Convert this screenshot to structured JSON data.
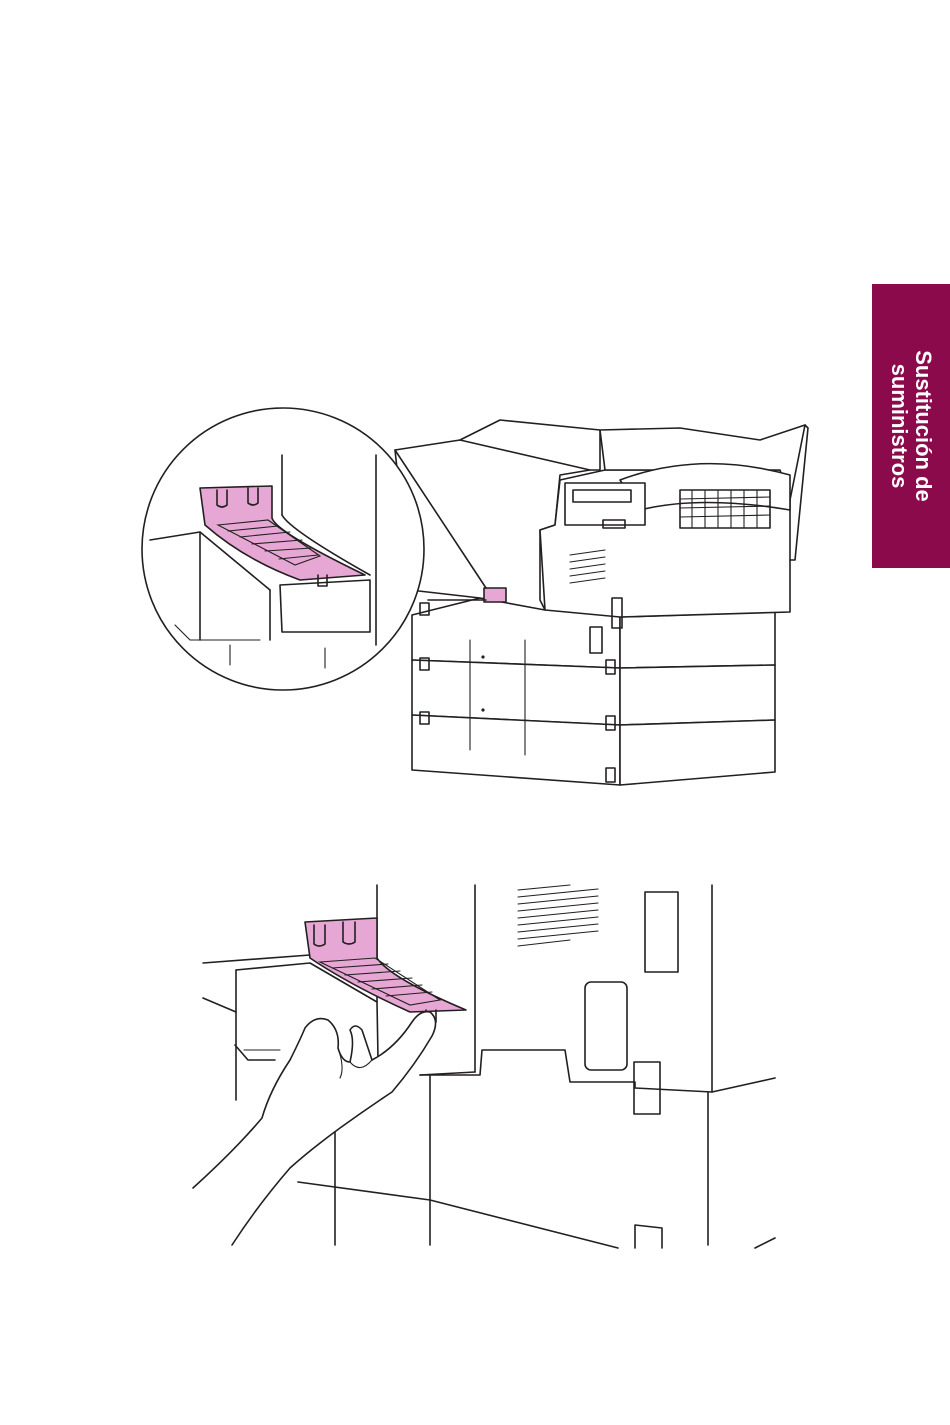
{
  "section_tab": {
    "line1": "Sustitución de",
    "line2": "suministros",
    "color": "#8b0a4b"
  },
  "figures": [
    {
      "id": "printer-with-callout",
      "icon": "printer-rear-cover-callout"
    },
    {
      "id": "hand-removing-cover",
      "icon": "hand-pulling-cover"
    }
  ],
  "accent_color": "#e7a7d5"
}
